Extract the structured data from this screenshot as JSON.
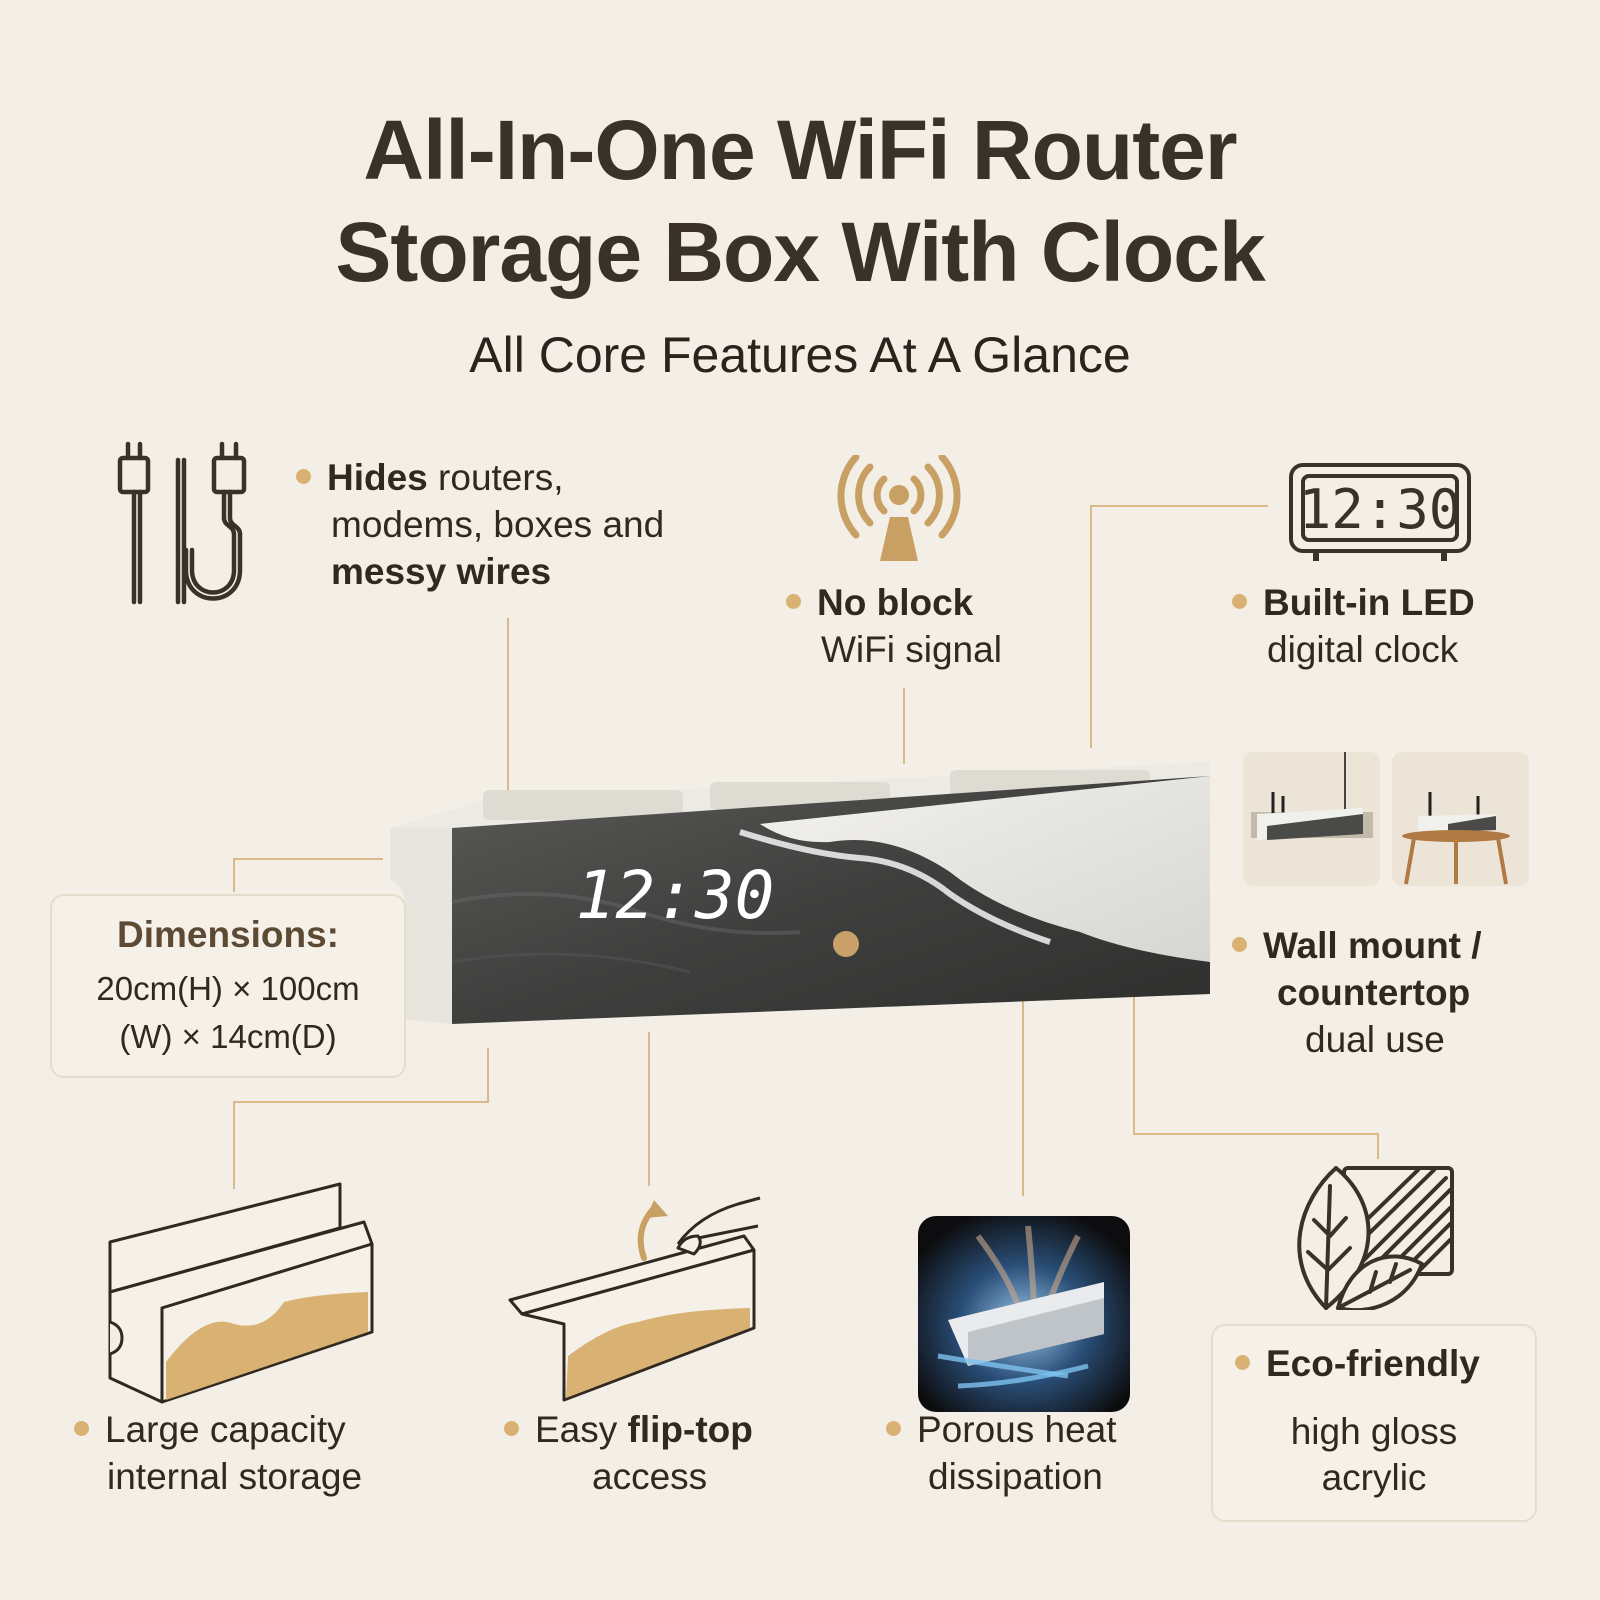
{
  "header": {
    "title_line1": "All-In-One WiFi Router",
    "title_line2": "Storage Box With Clock",
    "subtitle": "All Core Features At A Glance"
  },
  "features": {
    "hides": {
      "bold": "Hides",
      "text1": " routers,",
      "line2": "modems, boxes and",
      "bold2": "messy wires",
      "icon": "power-plug-cable-icon"
    },
    "wifi": {
      "bold": "No block",
      "line2": "WiFi signal",
      "icon": "wifi-antenna-icon"
    },
    "clock": {
      "bold": "Built-in LED",
      "line2": "digital clock",
      "icon": "digital-clock-icon",
      "icon_time": "12:30"
    },
    "mount": {
      "bold1": "Wall mount /",
      "bold2": "countertop",
      "line3": "dual use"
    },
    "dimensions": {
      "label": "Dimensions:",
      "line1": "20cm(H) × 100cm",
      "line2": "(W) × 14cm(D)"
    },
    "storage": {
      "line1": "Large capacity",
      "line2": "internal storage"
    },
    "fliptop": {
      "pre": "Easy ",
      "bold": "flip-top",
      "line2": "access"
    },
    "heat": {
      "line1": "Porous heat",
      "line2": "dissipation"
    },
    "eco": {
      "bold": "Eco-friendly",
      "line2": "high gloss",
      "line3": "acrylic",
      "icon": "leaf-icon"
    }
  },
  "product": {
    "clock_time": "12:30"
  },
  "colors": {
    "accent": "#d9b273",
    "line": "#d9b98a",
    "text": "#2f2921",
    "background": "#f4efe6"
  }
}
